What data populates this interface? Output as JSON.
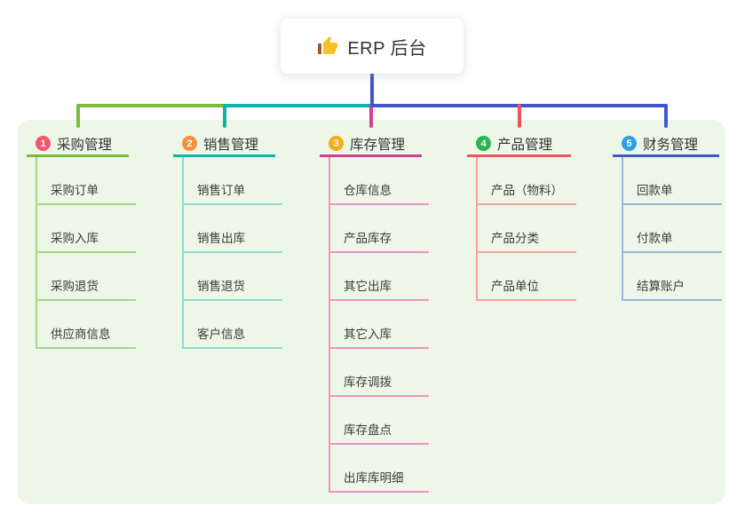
{
  "root": {
    "label": "ERP 后台",
    "icon": "thumbs-up"
  },
  "colors": {
    "panel_bg": "#ecf7e8",
    "root_line": "#4155cb",
    "icon_hand": "#f6c026",
    "icon_sleeve": "#9a5b2d"
  },
  "branches": [
    {
      "badge": "1",
      "label": "采购管理",
      "badge_color": "#f2566b",
      "line_color": "#7cbb3f",
      "child_line_color": "#abd388",
      "children": [
        "采购订单",
        "采购入库",
        "采购退货",
        "供应商信息"
      ]
    },
    {
      "badge": "2",
      "label": "销售管理",
      "badge_color": "#f7913c",
      "line_color": "#0ab6a9",
      "child_line_color": "#8ed9d0",
      "children": [
        "销售订单",
        "销售出库",
        "销售退货",
        "客户信息"
      ]
    },
    {
      "badge": "3",
      "label": "库存管理",
      "badge_color": "#f6ad17",
      "line_color": "#d83c93",
      "child_line_color": "#f092c5",
      "children": [
        "仓库信息",
        "产品库存",
        "其它出库",
        "其它入库",
        "库存调拨",
        "库存盘点",
        "出库库明细"
      ]
    },
    {
      "badge": "4",
      "label": "产品管理",
      "badge_color": "#2db54d",
      "line_color": "#f4515f",
      "child_line_color": "#f89fa4",
      "children": [
        "产品（物料）",
        "产品分类",
        "产品单位"
      ]
    },
    {
      "badge": "5",
      "label": "财务管理",
      "badge_color": "#2f9fe5",
      "line_color": "#3f57cb",
      "child_line_color": "#9fb2e8",
      "children": [
        "回款单",
        "付款单",
        "结算账户"
      ]
    }
  ]
}
